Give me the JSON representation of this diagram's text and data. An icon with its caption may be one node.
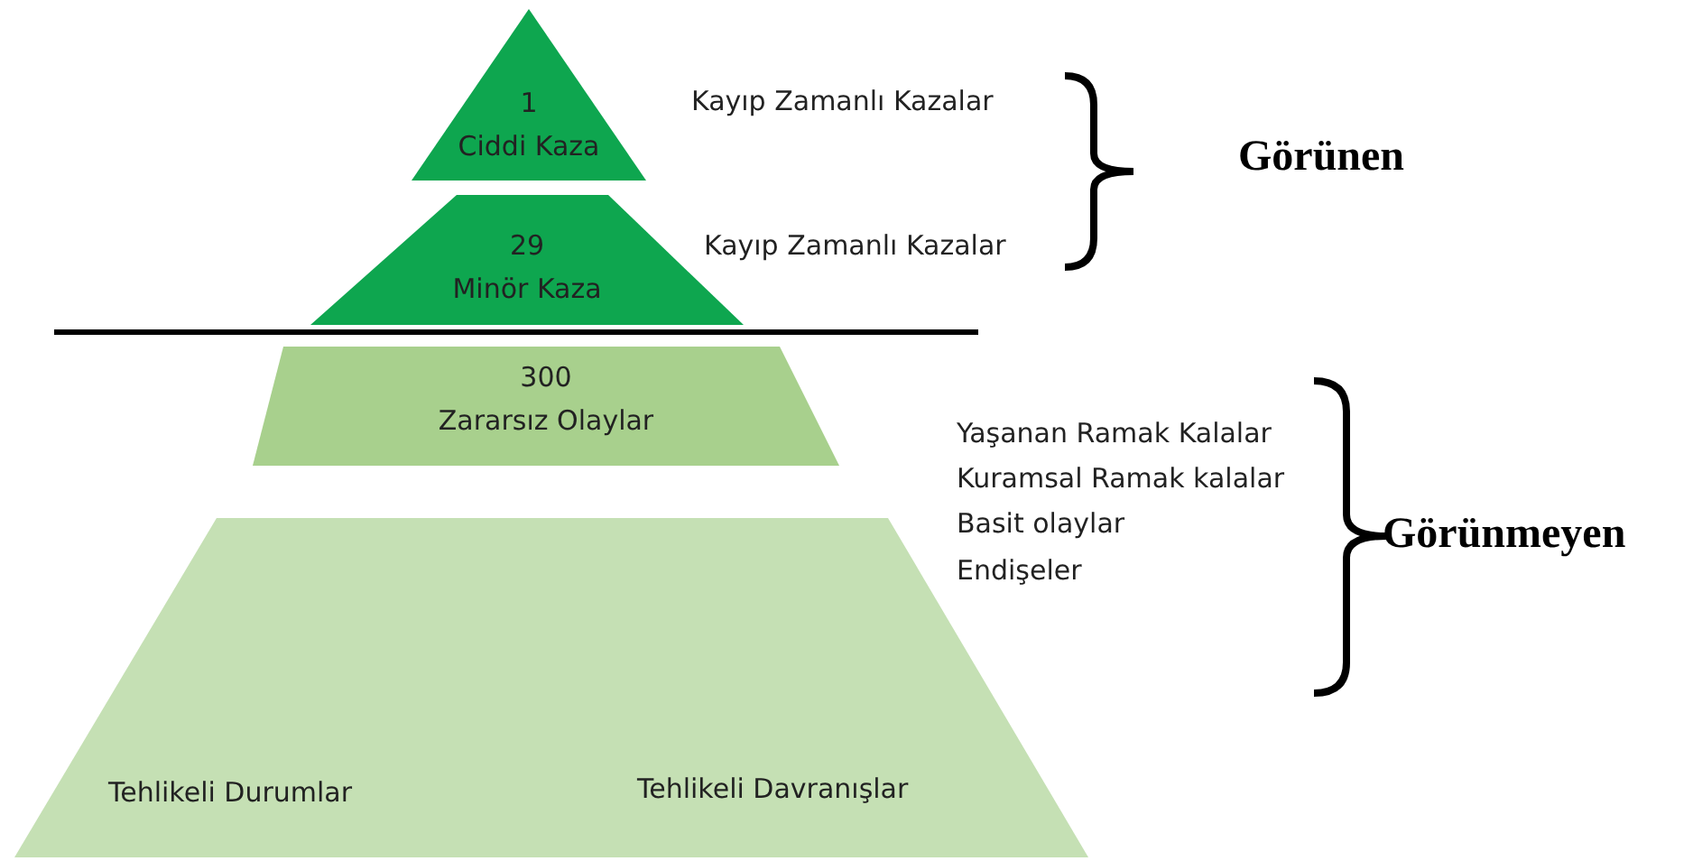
{
  "diagram": {
    "nodes": [
      {
        "text": [
          "1",
          "Ciddi Kaza"
        ],
        "beside": [
          "Kayıp Zamanlı Kazalar"
        ]
      },
      {
        "text": [
          "29",
          "Minör Kaza"
        ],
        "beside": [
          "Kayıp Zamanlı Kazalar"
        ]
      },
      {
        "text": [
          "300",
          "Zararsız Olaylar"
        ]
      },
      {
        "text": [
          "Tehlikeli Durumlar",
          "Tehlikeli Davranışlar"
        ]
      }
    ],
    "edges": [],
    "labels": [
      "Görünen",
      "Yaşanan Ramak Kalalar",
      "Kuramsal Ramak kalalar",
      "Basit olaylar",
      "Endişeler",
      "Görünmeyen"
    ]
  }
}
